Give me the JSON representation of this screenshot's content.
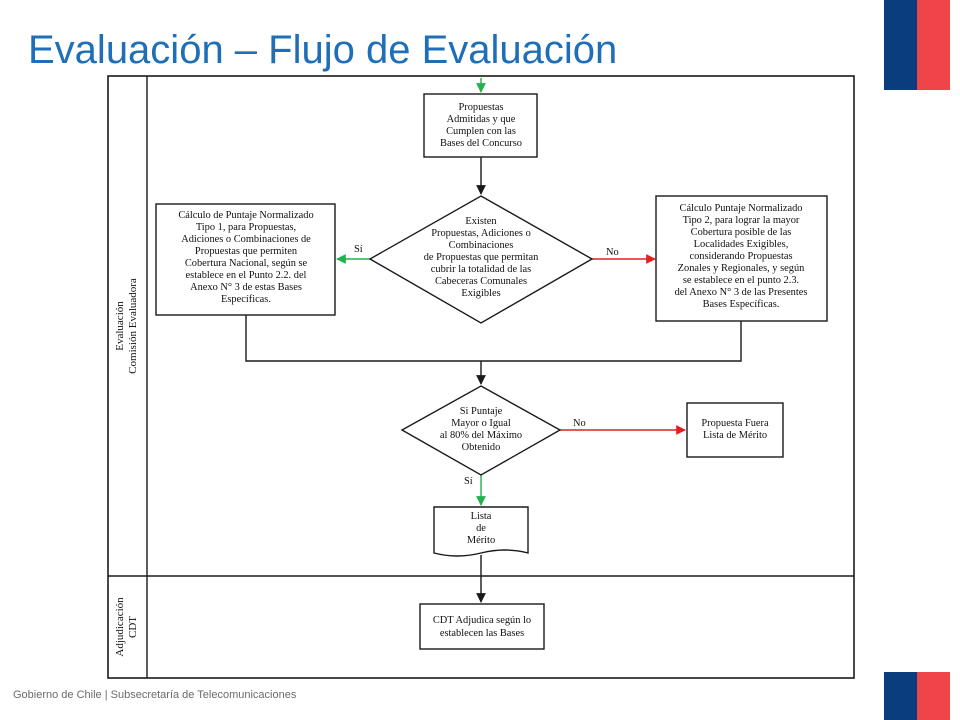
{
  "page": {
    "title": "Evaluación – Flujo de Evaluación",
    "footer": "Gobierno de Chile | Subsecretaría de Telecomunicaciones"
  },
  "colors": {
    "title": "#1f6fb8",
    "flag_blue": "#0a3d7e",
    "flag_red": "#ef4449",
    "arrow_yes": "#22b14c",
    "arrow_no": "#e02020",
    "line": "#1a1a1a"
  },
  "lanes": {
    "evaluation": [
      "Evaluación",
      "Comisión Evaluadora"
    ],
    "award": [
      "Adjudicación",
      "CDT"
    ]
  },
  "nodes": {
    "proposals": [
      "Propuestas",
      "Admitidas y que",
      "Cumplen con las",
      "Bases del Concurso"
    ],
    "decision1": [
      "Existen",
      "Propuestas, Adiciones o",
      "Combinaciones",
      "de Propuestas que permitan",
      "cubrir la totalidad de las",
      "Cabeceras Comunales",
      "Exigibles"
    ],
    "calc1": [
      "Cálculo de Puntaje Normalizado",
      "Tipo 1, para Propuestas,",
      "Adiciones o Combinaciones de",
      "Propuestas que permiten",
      "Cobertura Nacional, según se",
      "establece en el Punto 2.2. del",
      "Anexo N° 3 de estas Bases",
      "Específicas."
    ],
    "calc2": [
      "Cálculo Puntaje Normalizado",
      "Tipo 2, para lograr la mayor",
      "Cobertura posible de las",
      "Localidades Exigibles,",
      "considerando  Propuestas",
      "Zonales y Regionales, y según",
      "se establece en el punto 2.3.",
      "del Anexo N° 3 de las Presentes",
      "Bases Específicas."
    ],
    "decision2": [
      "Si Puntaje",
      "Mayor o Igual",
      "al 80% del Máximo",
      "Obtenido"
    ],
    "out_list": [
      "Propuesta Fuera",
      "Lista de Mérito"
    ],
    "merit_list": [
      "Lista",
      "de",
      "Mérito"
    ],
    "award": [
      "CDT Adjudica según lo",
      "establecen las Bases"
    ]
  },
  "labels": {
    "yes1": "Sí",
    "no1": "No",
    "no2": "No",
    "yes2": "Sí"
  }
}
